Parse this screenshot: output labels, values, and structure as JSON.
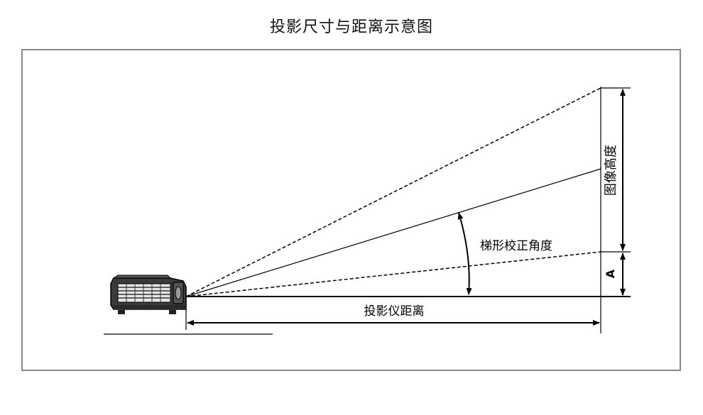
{
  "title": "投影尺寸与距离示意图",
  "labels": {
    "image_height": "图像高度",
    "keystone_angle": "梯形校正角度",
    "offset_a": "A",
    "projection_distance": "投影仪距离"
  },
  "colors": {
    "line": "#000000",
    "frame_border": "#888888",
    "projector_body": "#3a3a3a",
    "projector_vent": "#e6e6e6"
  },
  "icons": {
    "projector": "projector-icon"
  }
}
